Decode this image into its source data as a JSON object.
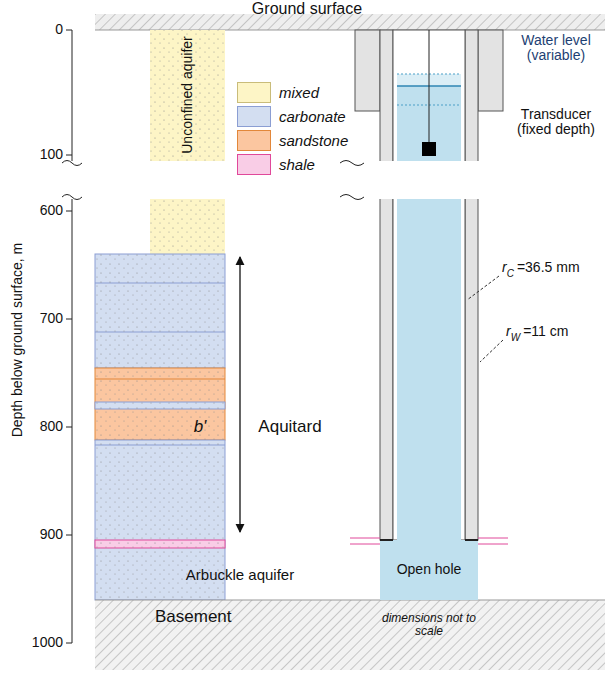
{
  "diagram": {
    "nodes": [
      {
        "text": [
          "Unconfined aquifer"
        ]
      },
      {
        "text": [
          "Open hole"
        ]
      },
      {
        "text": [
          "Basement"
        ]
      }
    ],
    "labels": [
      "Ground surface",
      "0",
      "100",
      "600",
      "700",
      "800",
      "900",
      "1000",
      "Depth below ground surface, m",
      "Water level (variable)",
      "Transducer (fixed depth)",
      "r",
      "C",
      "=36.5 mm",
      "r",
      "W",
      "=11 cm",
      "b'",
      "Aquitard",
      "Arbuckle aquifer",
      "dimensions not to scale"
    ],
    "legend": [
      {
        "text": "mixed",
        "color": "#fdf5c6"
      },
      {
        "text": "carbonate",
        "color": "#d3def1"
      },
      {
        "text": "sandstone",
        "color": "#fbc6a0"
      },
      {
        "text": "shale",
        "color": "#f9cde6"
      }
    ]
  }
}
